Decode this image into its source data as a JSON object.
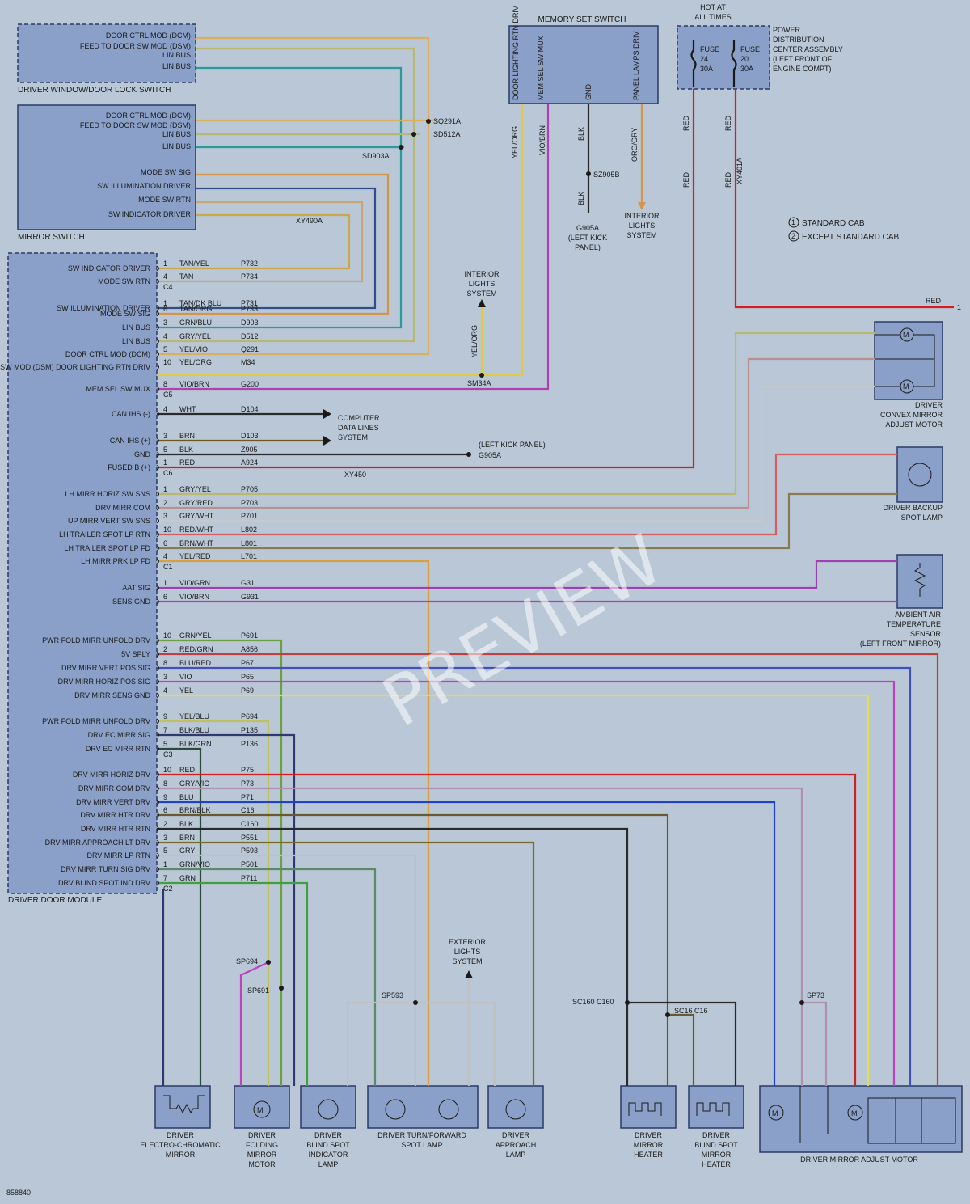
{
  "figure_id": "858840",
  "watermark": "PREVIEW",
  "components": {
    "window_switch": {
      "title": "DRIVER WINDOW/DOOR LOCK SWITCH",
      "pins": [
        "DOOR CTRL MOD (DCM)",
        "FEED TO DOOR SW MOD (DSM)",
        "LIN BUS",
        "LIN BUS"
      ]
    },
    "mirror_switch": {
      "title": "MIRROR SWITCH",
      "pins": [
        "DOOR CTRL MOD (DCM)",
        "FEED TO DOOR SW MOD (DSM)",
        "LIN BUS",
        "LIN BUS",
        "MODE SW SIG",
        "SW ILLUMINATION DRIVER",
        "MODE SW RTN",
        "SW INDICATOR DRIVER"
      ]
    },
    "memory_switch": {
      "title": "MEMORY SET SWITCH",
      "pins": [
        "DOOR LIGHTING RTN DRIV",
        "MEM SEL SW MUX",
        "GND",
        "PANEL LAMPS DRIV"
      ]
    },
    "pdc": {
      "hot": "HOT AT ALL TIMES",
      "title": "POWER DISTRIBUTION CENTER ASSEMBLY (LEFT FRONT OF ENGINE COMPT)",
      "fuse1": [
        "FUSE",
        "24",
        "30A"
      ],
      "fuse2": [
        "FUSE",
        "20",
        "30A"
      ]
    },
    "ddm": {
      "title": "DRIVER DOOR MODULE"
    },
    "convex_motor": "DRIVER CONVEX MIRROR ADJUST MOTOR",
    "backup_lamp": "DRIVER BACKUP SPOT LAMP",
    "aat_sensor": "AMBIENT AIR TEMPERATURE SENSOR (LEFT FRONT MIRROR)",
    "bottom": [
      "DRIVER ELECTRO-CHROMATIC MIRROR",
      "DRIVER FOLDING MIRROR MOTOR",
      "DRIVER BLIND SPOT INDICATOR LAMP",
      "DRIVER TURN/FORWARD SPOT LAMP",
      "DRIVER APPROACH LAMP",
      "DRIVER MIRROR HEATER",
      "DRIVER BLIND SPOT MIRROR HEATER",
      "DRIVER MIRROR ADJUST MOTOR"
    ]
  },
  "legend": [
    "STANDARD CAB",
    "EXCEPT STANDARD CAB"
  ],
  "labels": {
    "interior_lights": "INTERIOR LIGHTS SYSTEM",
    "computer_data": "COMPUTER DATA LINES SYSTEM",
    "exterior_lights": "EXTERIOR LIGHTS SYSTEM",
    "kick_panel": "(LEFT KICK PANEL)",
    "g905a": "G905A",
    "g905a_full": "G905A (LEFT KICK PANEL)"
  },
  "ddm_rows": [
    {
      "pin": "SW INDICATOR DRIVER",
      "n": "1",
      "color": "TAN/YEL",
      "circuit": "P732",
      "hex": "#c8a84a"
    },
    {
      "pin": "MODE SW RTN",
      "n": "4",
      "color": "TAN",
      "circuit": "P734",
      "hex": "#c8a870"
    },
    {
      "pin": "SW ILLUMINATION DRIVER",
      "n": "1",
      "color": "TAN/DK BLU",
      "circuit": "P731",
      "hex": "#2f4f8f"
    },
    {
      "pin": "MODE SW SIG",
      "n": "6",
      "color": "TAN/ORG",
      "circuit": "P733",
      "hex": "#d4944a"
    },
    {
      "pin": "LIN BUS",
      "n": "3",
      "color": "GRN/BLU",
      "circuit": "D903",
      "hex": "#2a9a9a"
    },
    {
      "pin": "LIN BUS",
      "n": "4",
      "color": "GRY/YEL",
      "circuit": "D512",
      "hex": "#b8b870"
    },
    {
      "pin": "DOOR CTRL MOD (DCM)",
      "n": "5",
      "color": "YEL/VIO",
      "circuit": "Q291",
      "hex": "#d8b060"
    },
    {
      "pin": "FEED TO DOOR SW MOD (DSM) DOOR LIGHTING RTN DRIV",
      "n": "10",
      "color": "YEL/ORG",
      "circuit": "M34",
      "hex": "#e0c84a"
    },
    {
      "pin": "MEM SEL SW MUX",
      "n": "8",
      "color": "VIO/BRN",
      "circuit": "G200",
      "hex": "#b040b0"
    },
    {
      "pin": "CAN IHS (-)",
      "n": "4",
      "color": "WHT",
      "circuit": "D104",
      "hex": "#f0f0f0"
    },
    {
      "pin": "CAN IHS (+)",
      "n": "3",
      "color": "BRN",
      "circuit": "D103",
      "hex": "#6a5a20"
    },
    {
      "pin": "GND",
      "n": "5",
      "color": "BLK",
      "circuit": "Z905",
      "hex": "#2a2a2a"
    },
    {
      "pin": "FUSED B (+)",
      "n": "1",
      "color": "RED",
      "circuit": "A924",
      "hex": "#d02020"
    },
    {
      "pin": "LH MIRR HORIZ SW SNS",
      "n": "1",
      "color": "GRY/YEL",
      "circuit": "P705",
      "hex": "#b8b870"
    },
    {
      "pin": "DRV MIRR COM",
      "n": "2",
      "color": "GRY/RED",
      "circuit": "P703",
      "hex": "#b89090"
    },
    {
      "pin": "UP MIRR VERT SW SNS",
      "n": "3",
      "color": "GRY/WHT",
      "circuit": "P701",
      "hex": "#c8c8c8"
    },
    {
      "pin": "LH TRAILER SPOT LP RTN",
      "n": "10",
      "color": "RED/WHT",
      "circuit": "L802",
      "hex": "#d06060"
    },
    {
      "pin": "LH TRAILER SPOT LP FD",
      "n": "6",
      "color": "BRN/WHT",
      "circuit": "L801",
      "hex": "#8a7a50"
    },
    {
      "pin": "LH MIRR PRK LP FD",
      "n": "4",
      "color": "YEL/RED",
      "circuit": "L701",
      "hex": "#d8a040"
    },
    {
      "pin": "AAT SIG",
      "n": "1",
      "color": "VIO/GRN",
      "circuit": "G31",
      "hex": "#a040b0"
    },
    {
      "pin": "SENS GND",
      "n": "6",
      "color": "VIO/BRN",
      "circuit": "G931",
      "hex": "#b040b0"
    },
    {
      "pin": "PWR FOLD MIRR UNFOLD DRV",
      "n": "10",
      "color": "GRN/YEL",
      "circuit": "P691",
      "hex": "#6aa040"
    },
    {
      "pin": "5V SPLY",
      "n": "2",
      "color": "RED/GRN",
      "circuit": "A856",
      "hex": "#c04040"
    },
    {
      "pin": "DRV MIRR VERT POS SIG",
      "n": "8",
      "color": "BLU/RED",
      "circuit": "P67",
      "hex": "#4050c0"
    },
    {
      "pin": "DRV MIRR HORIZ POS SIG",
      "n": "3",
      "color": "VIO",
      "circuit": "P65",
      "hex": "#c040c0"
    },
    {
      "pin": "DRV MIRR SENS GND",
      "n": "4",
      "color": "YEL",
      "circuit": "P69",
      "hex": "#e0e040"
    },
    {
      "pin": "PWR FOLD MIRR UNFOLD DRV",
      "n": "9",
      "color": "YEL/BLU",
      "circuit": "P694",
      "hex": "#c0c060"
    },
    {
      "pin": "DRV EC MIRR SIG",
      "n": "7",
      "color": "BLK/BLU",
      "circuit": "P135",
      "hex": "#303a70"
    },
    {
      "pin": "DRV EC MIRR RTN",
      "n": "5",
      "color": "BLK/GRN",
      "circuit": "P136",
      "hex": "#2a4a3a"
    },
    {
      "pin": "DRV MIRR HORIZ DRV",
      "n": "10",
      "color": "RED",
      "circuit": "P75",
      "hex": "#d02020"
    },
    {
      "pin": "DRV MIRR COM DRV",
      "n": "8",
      "color": "GRY/VIO",
      "circuit": "P73",
      "hex": "#b090b0"
    },
    {
      "pin": "DRV MIRR VERT DRV",
      "n": "9",
      "color": "BLU",
      "circuit": "P71",
      "hex": "#2040d0"
    },
    {
      "pin": "DRV MIRR HTR DRV",
      "n": "6",
      "color": "BRN/BLK",
      "circuit": "C16",
      "hex": "#6a5a30"
    },
    {
      "pin": "DRV MIRR HTR RTN",
      "n": "2",
      "color": "BLK",
      "circuit": "C160",
      "hex": "#2a2a2a"
    },
    {
      "pin": "DRV MIRR APPROACH LT DRV",
      "n": "3",
      "color": "BRN",
      "circuit": "P551",
      "hex": "#7a6a2a"
    },
    {
      "pin": "DRV MIRR LP RTN",
      "n": "5",
      "color": "GRY",
      "circuit": "P593",
      "hex": "#c0c0c0"
    },
    {
      "pin": "DRV MIRR TURN SIG DRV",
      "n": "1",
      "color": "GRN/VIO",
      "circuit": "P501",
      "hex": "#5a8a6a"
    },
    {
      "pin": "DRV BLIND SPOT IND DRV",
      "n": "7",
      "color": "GRN",
      "circuit": "P711",
      "hex": "#40a040"
    }
  ],
  "connectors": [
    "C4",
    "C5",
    "C6",
    "C1",
    "C3",
    "C2"
  ],
  "splices": [
    "SQ291A",
    "SD512A",
    "SD903A",
    "SZ905B",
    "SM34A",
    "SP694",
    "SP691",
    "SP593",
    "SC160 C160",
    "SC16 C16",
    "SP73",
    "XY490A",
    "XY450",
    "XY401A"
  ]
}
